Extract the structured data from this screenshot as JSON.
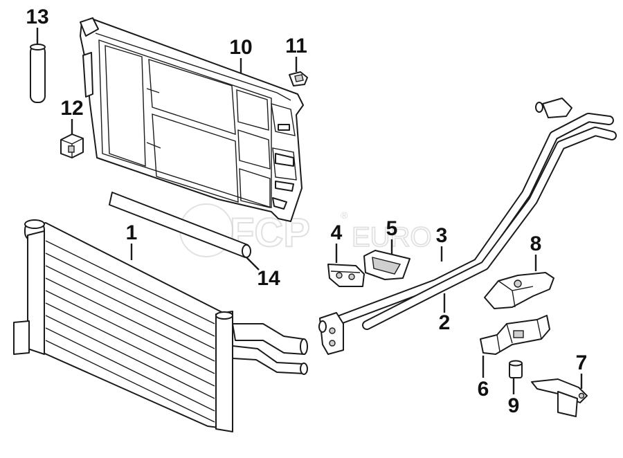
{
  "watermark": {
    "brand": "FCP",
    "suffix": "EURO",
    "registered_mark": "®"
  },
  "colors": {
    "line": "#1a1a1a",
    "shade": "#cfcfcf",
    "watermark": "#c8c8c8",
    "background": "#ffffff"
  },
  "callouts": [
    {
      "id": "1",
      "label": "1"
    },
    {
      "id": "2",
      "label": "2"
    },
    {
      "id": "3",
      "label": "3"
    },
    {
      "id": "4",
      "label": "4"
    },
    {
      "id": "5",
      "label": "5"
    },
    {
      "id": "6",
      "label": "6"
    },
    {
      "id": "7",
      "label": "7"
    },
    {
      "id": "8",
      "label": "8"
    },
    {
      "id": "9",
      "label": "9"
    },
    {
      "id": "10",
      "label": "10"
    },
    {
      "id": "11",
      "label": "11"
    },
    {
      "id": "12",
      "label": "12"
    },
    {
      "id": "13",
      "label": "13"
    },
    {
      "id": "14",
      "label": "14"
    }
  ]
}
